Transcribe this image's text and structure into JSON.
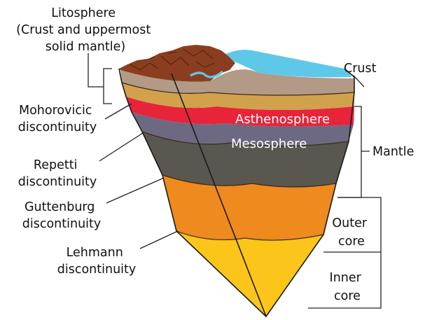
{
  "labels": {
    "litosphere": [
      "Litosphere",
      "(Crust and uppermost",
      "solid mantle)"
    ],
    "crust": "Crust",
    "mohorovicic": [
      "Mohorovicic",
      "discontinuity"
    ],
    "repetti": [
      "Repetti",
      "discontinuity"
    ],
    "guttenburg": [
      "Guttenburg",
      "discontinuity"
    ],
    "lehmann": [
      "Lehmann",
      "discontinuity"
    ],
    "asthenosphere": "Asthenosphere",
    "mesosphere": "Mesosphere",
    "mantle": "Mantle",
    "outer_core": [
      "Outer",
      "core"
    ],
    "inner_core": [
      "Inner",
      "core"
    ]
  },
  "layer_colors": {
    "surface_rock": "#8a3e1f",
    "ocean": "#5ec8e8",
    "sediment": "#b39a86",
    "lithosphere_mantle": "#d1a14c",
    "asthenosphere": "#e8243a",
    "mesosphere": "#6d6983",
    "lower_mantle": "#5a5650",
    "outer_core": "#ef8a1e",
    "inner_core": "#fbc51a"
  }
}
